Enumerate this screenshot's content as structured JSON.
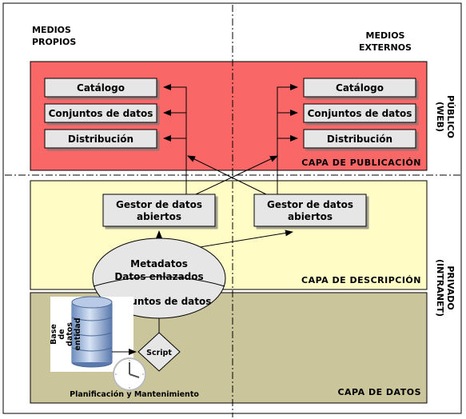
{
  "headers": {
    "own_media": [
      "MEDIOS",
      "PROPIOS"
    ],
    "external_media": [
      "MEDIOS",
      "EXTERNOS"
    ],
    "public_web": [
      "PÚBLICO",
      "(WEB)"
    ],
    "private_intranet": [
      "PRIVADO",
      "(INTRANET)"
    ]
  },
  "layers": {
    "publication": {
      "label": "CAPA DE PUBLICACIÓN",
      "color": "#f96866"
    },
    "description": {
      "label": "CAPA DE DESCRIPCIÓN",
      "color": "#fffdc5"
    },
    "data": {
      "label": "CAPA DE DATOS",
      "color": "#cbc59b"
    }
  },
  "publication_boxes_left": [
    "Catálogo",
    "Conjuntos de datos",
    "Distribución"
  ],
  "publication_boxes_right": [
    "Catálogo",
    "Conjuntos de datos",
    "Distribución"
  ],
  "managers": {
    "left": [
      "Gestor de datos",
      "abiertos"
    ],
    "right": [
      "Gestor de datos",
      "abiertos"
    ]
  },
  "metadata_ellipse": [
    "Metadatos",
    "Datos enlazados"
  ],
  "datasets_label": "Conjuntos de datos",
  "database_label": [
    "Base",
    "de",
    "datos",
    "entidad"
  ],
  "script_label": "Script",
  "planning_label": "Planificación y Mantenimiento",
  "colors": {
    "box_fill": "#e6e6e6",
    "border": "#000000"
  }
}
